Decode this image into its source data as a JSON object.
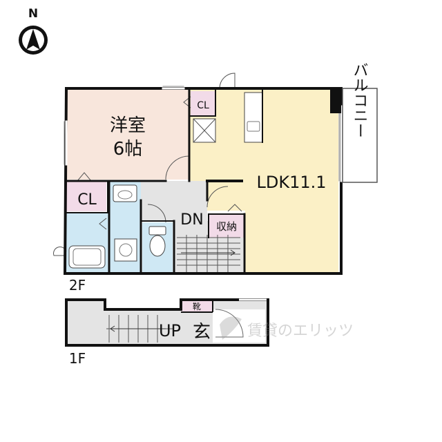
{
  "compass": {
    "label": "N"
  },
  "floor2": {
    "floor_label": "2F",
    "rooms": {
      "western_room": {
        "line1": "洋室",
        "line2": "6帖"
      },
      "closet_upper": "CL",
      "closet_lower": "CL",
      "ldk": "LDK11.1",
      "storage": "収納",
      "stairs_down": "DN",
      "balcony": "バルコニー"
    }
  },
  "floor1": {
    "floor_label": "1F",
    "rooms": {
      "stairs_up": "UP",
      "entrance": "玄",
      "shoe_cabinet": "靴"
    }
  },
  "watermark": {
    "text": "賃貸のエリッツ"
  },
  "colors": {
    "western_room": "#f8e6dc",
    "ldk": "#fbf0c6",
    "wet_area": "#cfe8f4",
    "closet": "#f2dbe8",
    "hall": "#e4e4e4",
    "wall": "#111111"
  }
}
